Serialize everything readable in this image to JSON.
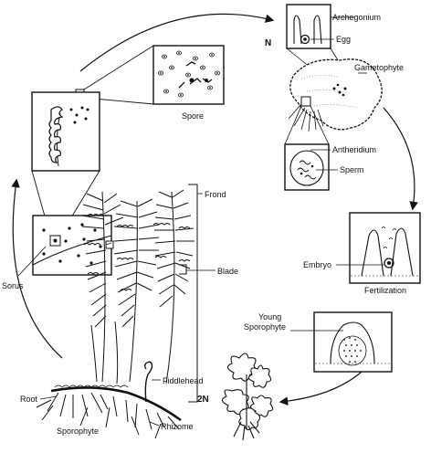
{
  "labels": {
    "archegonium": "Archegonium",
    "egg": "Egg",
    "n": "N",
    "gametophyte": "Gametophyte",
    "antheridium": "Antheridium",
    "sperm": "Sperm",
    "spore": "Spore",
    "frond": "Frond",
    "blade": "Blade",
    "sorus": "Sorus",
    "embryo": "Embryo",
    "fertilization": "Fertilization",
    "young_sporophyte_line1": "Young",
    "young_sporophyte_line2": "Sporophyte",
    "two_n": "2N",
    "fiddlehead": "Fiddlehead",
    "root": "Root",
    "sporophyte": "Sporophyte",
    "rhizome": "Rhizome"
  },
  "colors": {
    "ink": "#111111",
    "paper": "#ffffff"
  }
}
